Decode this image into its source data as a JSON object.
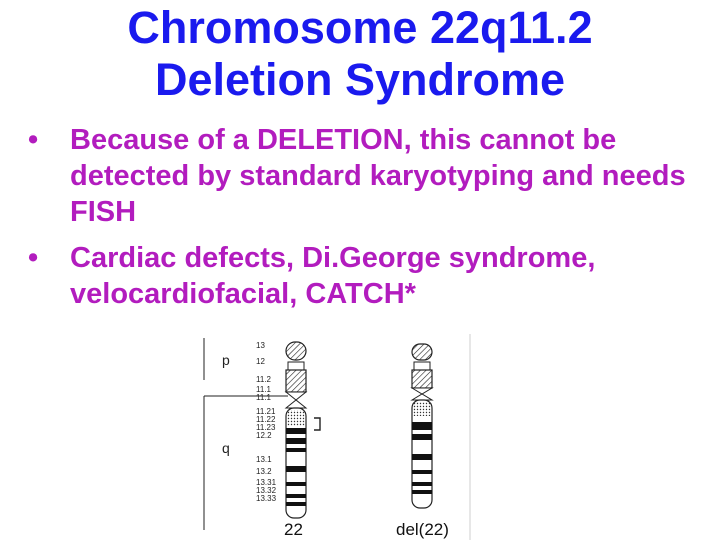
{
  "slide": {
    "title_line1": "Chromosome 22q11.2",
    "title_line2": "Deletion Syndrome",
    "bullets": [
      "Because of a DELETION, this cannot be detected by standard karyotyping and needs FISH",
      "Cardiac defects,  Di.George syndrome, velocardiofacial, CATCH*"
    ],
    "bullet_char": "•"
  },
  "figure": {
    "arm_p": "p",
    "arm_q": "q",
    "band_labels": [
      "13",
      "12",
      "11.2",
      "11.1",
      "11.1",
      "11.21",
      "11.22",
      "11.23",
      "12.2",
      "13.1",
      "13.2",
      "13.31",
      "13.32",
      "13.33"
    ],
    "caption_normal": "22",
    "caption_deleted": "del(22)"
  },
  "colors": {
    "title": "#1a1aee",
    "bullet_text": "#b21cbe"
  }
}
